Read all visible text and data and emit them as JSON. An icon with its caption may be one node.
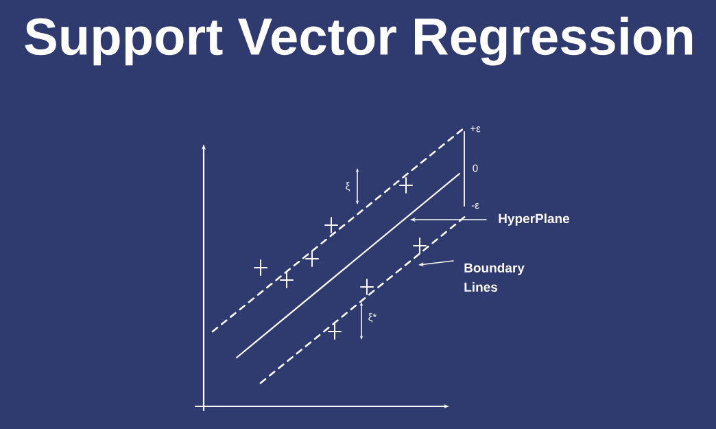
{
  "diagram": {
    "title": "Support Vector Regression",
    "nodes": [
      {
        "text": [
          "HyperPlane"
        ]
      },
      {
        "text": [
          "Boundary Lines"
        ]
      }
    ],
    "edges": [
      {
        "from": 0,
        "to": null,
        "arrow": "to"
      },
      {
        "from": 1,
        "to": null,
        "arrow": "to"
      }
    ],
    "labels": [
      "+ε",
      "0",
      "-ε",
      "ξ",
      "ξ*"
    ]
  }
}
